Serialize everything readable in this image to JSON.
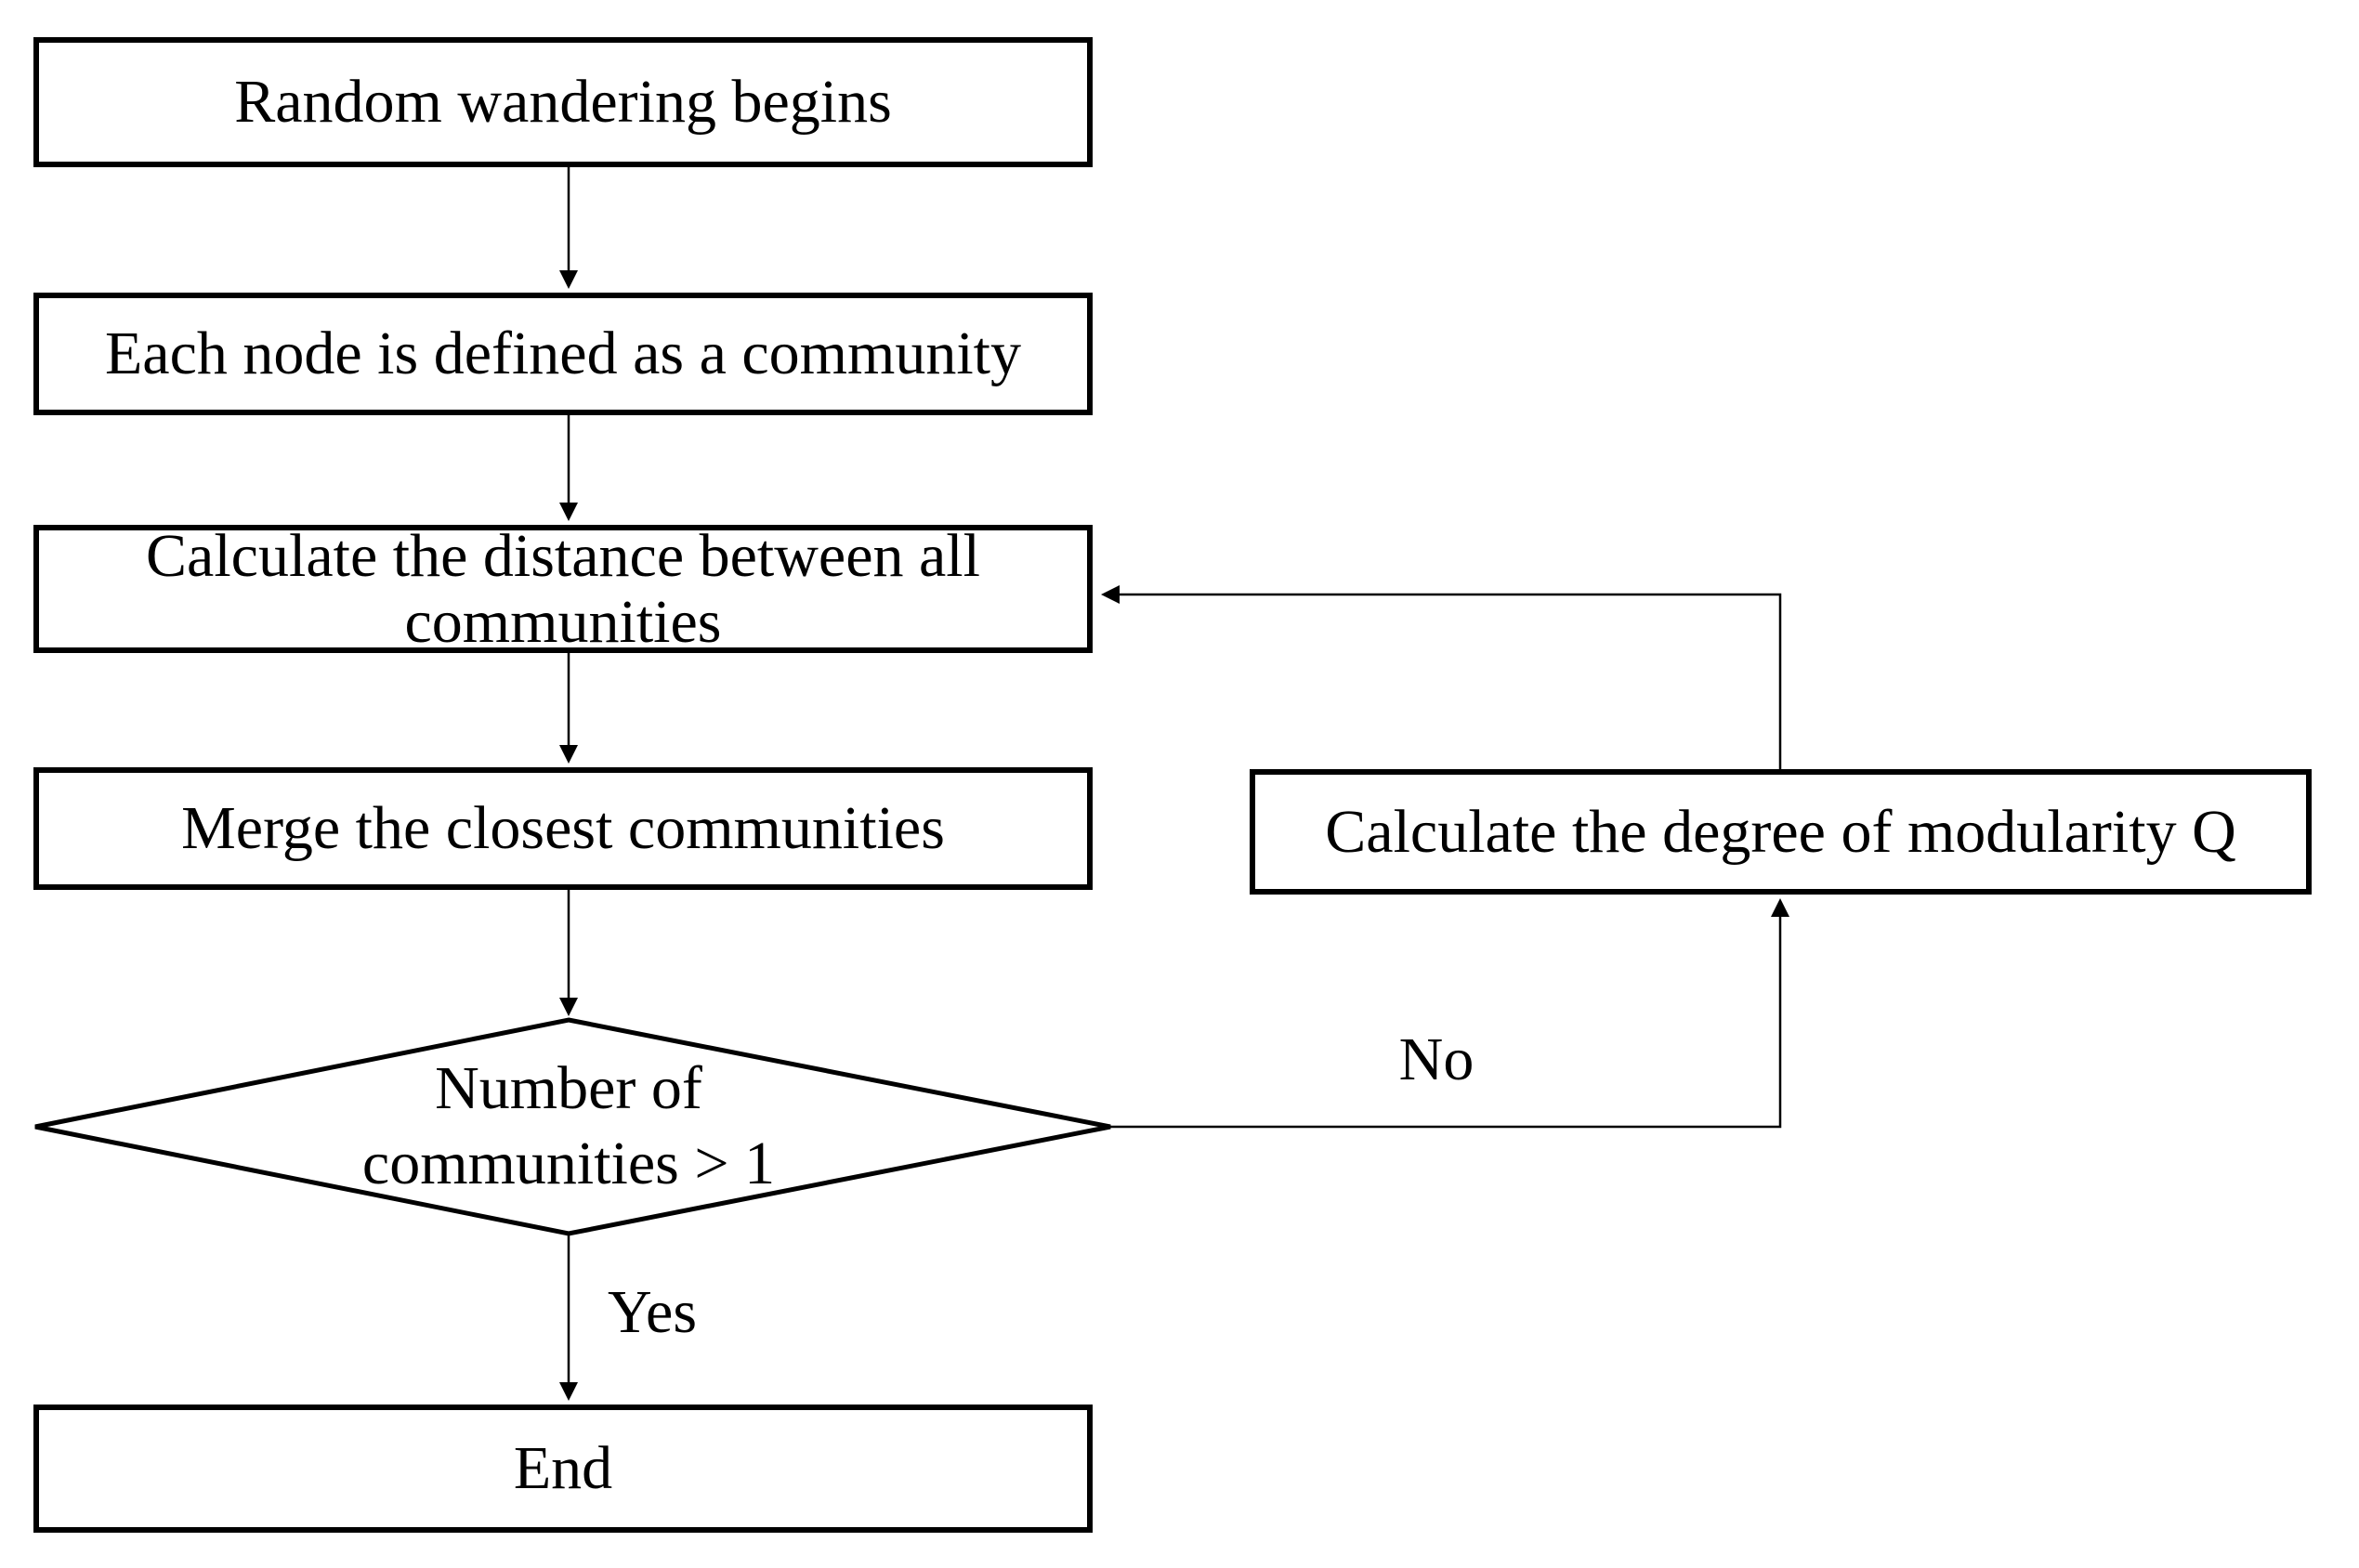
{
  "flowchart": {
    "nodes": {
      "start": {
        "label": "Random wandering begins"
      },
      "define_community": {
        "label": "Each node is defined as a community"
      },
      "calc_distance": {
        "label": "Calculate the distance between all\ncommunities"
      },
      "merge": {
        "label": "Merge the closest communities"
      },
      "decision": {
        "label": "Number of\ncommunities > 1"
      },
      "calc_modularity": {
        "label": "Calculate the degree of modularity Q"
      },
      "end": {
        "label": "End"
      }
    },
    "edge_labels": {
      "yes": "Yes",
      "no": "No"
    },
    "colors": {
      "stroke": "#000000",
      "node_fill": "#ffffff",
      "background": "#ffffff",
      "text": "#000000"
    }
  }
}
